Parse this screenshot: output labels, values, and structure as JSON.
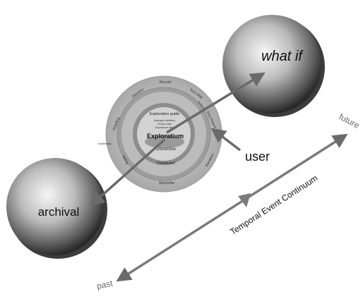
{
  "spheres": {
    "whatif": "what if",
    "archival": "archival"
  },
  "labels": {
    "user": "user",
    "future": "future",
    "past": "past",
    "continuum": "Temporal Event Continuum"
  },
  "wheel": {
    "center_title": "Exploratium",
    "inner_top": "Exploration guide",
    "inner_small": [
      "Analogue artefacts",
      "Sensor data",
      "Experience data"
    ],
    "inner_mid": "Discursive",
    "inner_bottom": "\"Distributed\"",
    "outer": [
      "Record",
      "Tech Map",
      "Stop Report",
      "Narrative",
      "Storyteller",
      "Attention",
      "Retelling",
      "Telling",
      "Reflexive"
    ],
    "outer_left_small": "Incidentality"
  },
  "colors": {
    "arrow": "#6a6a6a",
    "sphere_light": "#f4f4f4",
    "sphere_dark": "#3a3a3a",
    "wheel_outer": "#b9b9b9",
    "wheel_mid": "#8f8f8f",
    "wheel_inner": "#c8c8c8"
  }
}
